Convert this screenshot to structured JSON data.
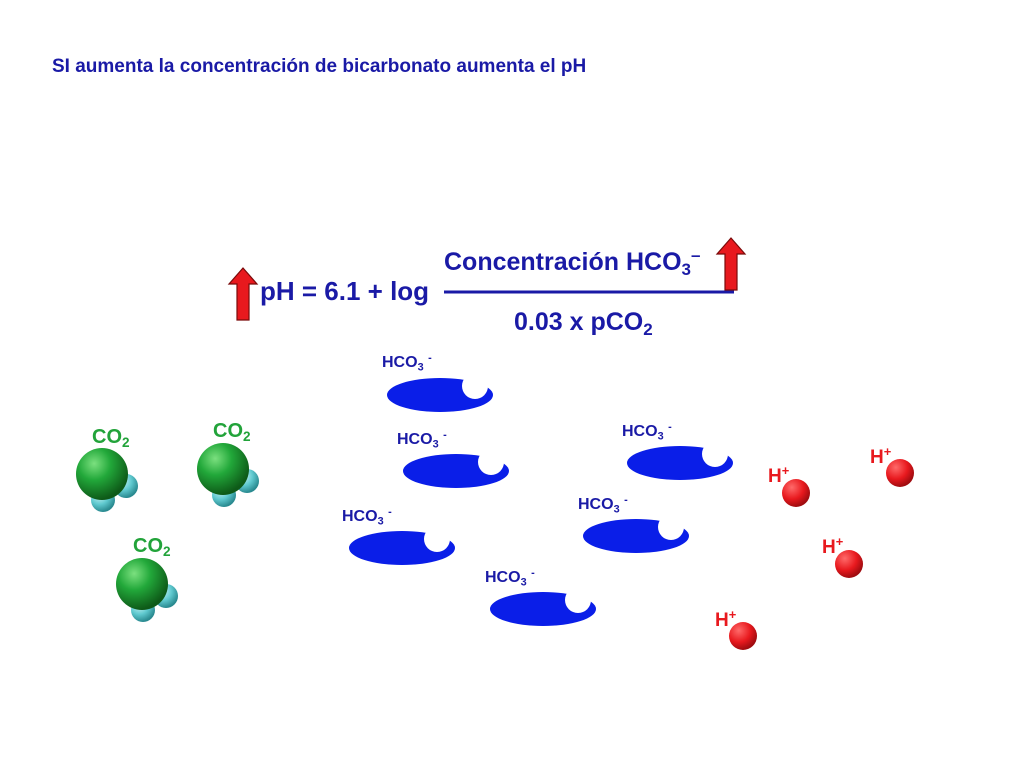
{
  "title": "SI aumenta la concentración de bicarbonato aumenta el pH",
  "equation": {
    "left": "pH = 6.1 + log",
    "numerator": {
      "text": "Concentración HCO",
      "sub": "3",
      "sup": "–"
    },
    "denominator": {
      "text": "0.03 x pCO",
      "sub": "2"
    }
  },
  "co2": {
    "text": "CO",
    "sub": "2"
  },
  "hco3": {
    "text": "HCO",
    "sub": "3",
    "sup": "-"
  },
  "h": {
    "text": "H",
    "sup": "+"
  },
  "colors": {
    "blue": "#1a1aa6",
    "hco3_blob": "#0a1ee8",
    "co2_green": "#1f9e2e",
    "co2_cyan": "#5fc9cf",
    "h_red": "#e8191e",
    "arrow_red": "#e8191e"
  }
}
